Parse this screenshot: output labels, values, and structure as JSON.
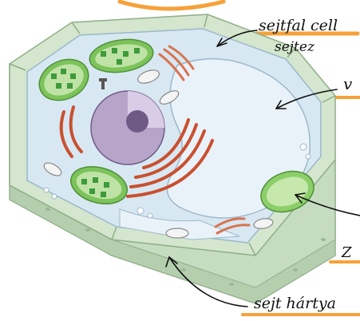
{
  "annotations": {
    "cell_wall_label": "sejtfal cell",
    "cell_wall_label_line2": "sejtez",
    "vacuole_label_fragment": "v",
    "plastid_label_fragment": "Z",
    "sap_label": "sejt hártya"
  },
  "colors": {
    "cell_wall": "#cfe2c7",
    "cytoplasm": "#d8e8f2",
    "vacuole": "#eaf2f9",
    "nucleus": "#9d86b3",
    "er_golgi": "#c9502f",
    "chloroplast": "#7cc35b",
    "highlighter_orange": "#f6a13a",
    "ink": "#111111"
  }
}
